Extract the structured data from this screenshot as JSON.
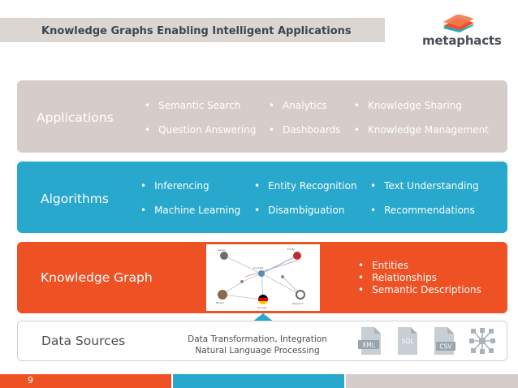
{
  "header": {
    "title": "Knowledge Graphs Enabling Intelligent Applications",
    "logo_text": "metaphacts"
  },
  "layers": {
    "applications": {
      "label": "Applications",
      "items": [
        "Semantic Search",
        "Analytics",
        "Knowledge Sharing",
        "Question Answering",
        "Dashboards",
        "Knowledge Management"
      ]
    },
    "algorithms": {
      "label": "Algorithms",
      "items": [
        "Inferencing",
        "Entity Recognition",
        "Text Understanding",
        "Machine Learning",
        "Disambiguation",
        "Recommendations"
      ]
    },
    "knowledge_graph": {
      "label": "Knowledge Graph",
      "items": [
        "Entities",
        "Relationships",
        "Semantic Descriptions"
      ]
    },
    "data_sources": {
      "label": "Data Sources",
      "caption_line1": "Data Transformation, Integration",
      "caption_line2": "Natural Language Processing",
      "icons": [
        "xml-file-icon",
        "sql-file-icon",
        "csv-file-icon",
        "network-icon"
      ],
      "icon_labels": [
        "XML",
        "SQL",
        "CSV"
      ]
    }
  },
  "footer": {
    "page_number": "9"
  },
  "colors": {
    "applications": "#d6cdca",
    "algorithms": "#27a8cc",
    "knowledge_graph": "#ee5224",
    "logo_accent": "#ee5224",
    "logo_secondary": "#27a8cc"
  }
}
